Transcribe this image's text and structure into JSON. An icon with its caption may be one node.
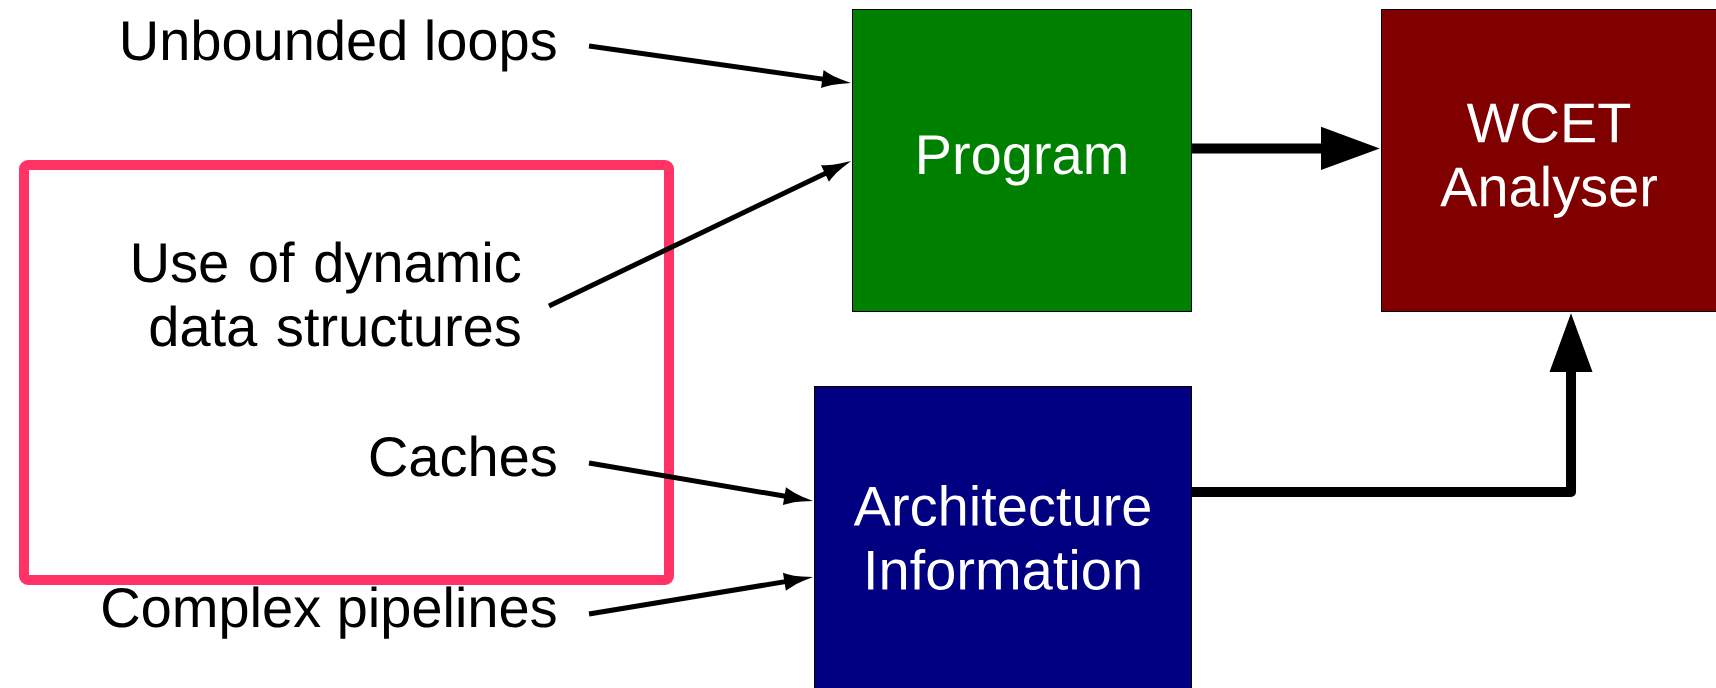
{
  "diagram": {
    "nodes": [
      {
        "text": [
          "Unbounded loops"
        ]
      },
      {
        "text": [],
        "shape": "box"
      },
      {
        "text": [
          "Use of dynamic data structures"
        ],
        "in": 1
      },
      {
        "text": [
          "Caches"
        ],
        "in": 1
      },
      {
        "text": [
          "Complex pipelines"
        ]
      },
      {
        "text": [
          "Program"
        ]
      },
      {
        "text": [
          "WCET Analyser"
        ]
      },
      {
        "text": [
          "Architecture Information"
        ]
      }
    ],
    "edges": [
      {
        "from": 0,
        "to": 5,
        "arrow": "to"
      },
      {
        "from": 2,
        "to": 5,
        "arrow": "to"
      },
      {
        "from": 3,
        "to": 7,
        "arrow": "to"
      },
      {
        "from": 4,
        "to": 7,
        "arrow": "to"
      },
      {
        "from": 5,
        "to": 6,
        "arrow": "to",
        "style": "thick"
      },
      {
        "from": 7,
        "to": 6,
        "arrow": "to",
        "style": "thick"
      }
    ]
  }
}
